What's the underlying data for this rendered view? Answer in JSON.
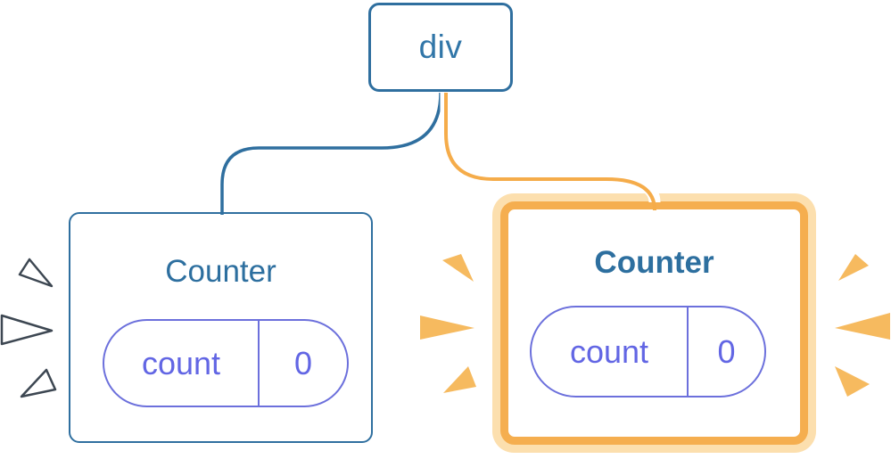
{
  "diagram": {
    "root": {
      "label": "div"
    },
    "children": [
      {
        "title": "Counter",
        "state_key": "count",
        "state_value": "0",
        "highlighted": false
      },
      {
        "title": "Counter",
        "state_key": "count",
        "state_value": "0",
        "highlighted": true
      }
    ]
  },
  "colors": {
    "background": "#ffffff",
    "steel_blue_border": "#2f6f9f",
    "node_text_blue": "#3176a8",
    "title_blue": "#2d6f9f",
    "purple_border": "#6c70dc",
    "purple_text": "#6266e4",
    "edge_orange": "#f5ac4a",
    "highlight_border_orange": "#f5ae4f",
    "highlight_ring_pale": "#fcdfae",
    "spark_orange": "#f6ba5f",
    "spark_white": "#ffffff",
    "spark_outline_dark": "#3d4752"
  }
}
